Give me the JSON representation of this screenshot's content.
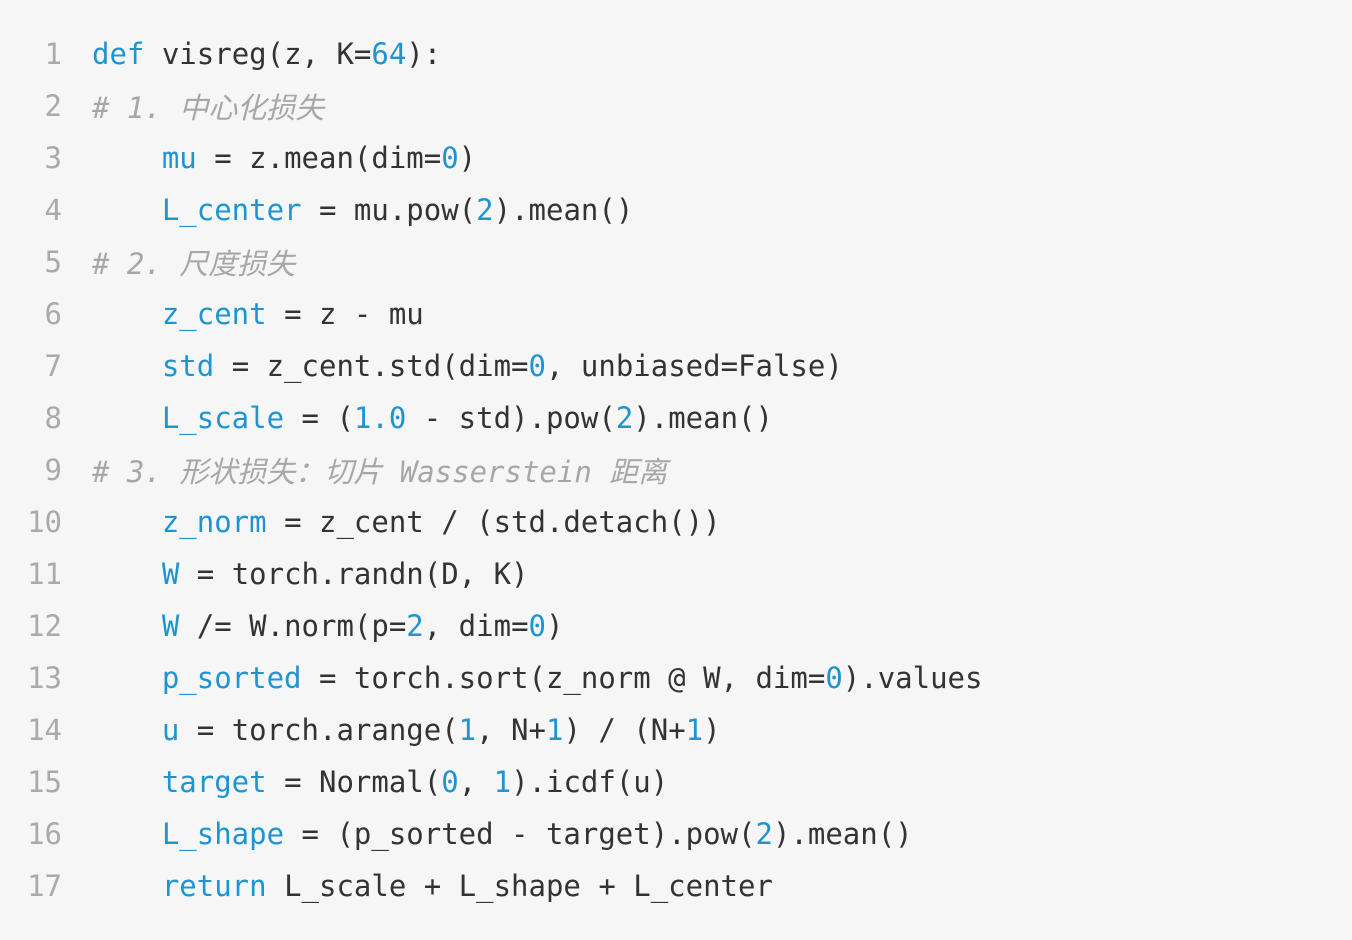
{
  "code": {
    "lines": [
      {
        "number": "1",
        "tokens": [
          {
            "t": "def",
            "k": "kw"
          },
          {
            "t": " visreg(z, K=",
            "k": "text"
          },
          {
            "t": "64",
            "k": "num"
          },
          {
            "t": "):",
            "k": "text"
          }
        ]
      },
      {
        "number": "2",
        "tokens": [
          {
            "t": "# 1. 中心化损失",
            "k": "comment"
          }
        ]
      },
      {
        "number": "3",
        "tokens": [
          {
            "t": "    ",
            "k": "ws"
          },
          {
            "t": "mu",
            "k": "var"
          },
          {
            "t": " = z.mean(dim=",
            "k": "text"
          },
          {
            "t": "0",
            "k": "num"
          },
          {
            "t": ")",
            "k": "text"
          }
        ]
      },
      {
        "number": "4",
        "tokens": [
          {
            "t": "    ",
            "k": "ws"
          },
          {
            "t": "L_center",
            "k": "var"
          },
          {
            "t": " = mu.pow(",
            "k": "text"
          },
          {
            "t": "2",
            "k": "num"
          },
          {
            "t": ").mean()",
            "k": "text"
          }
        ]
      },
      {
        "number": "5",
        "tokens": [
          {
            "t": "# 2. 尺度损失",
            "k": "comment"
          }
        ]
      },
      {
        "number": "6",
        "tokens": [
          {
            "t": "    ",
            "k": "ws"
          },
          {
            "t": "z_cent",
            "k": "var"
          },
          {
            "t": " = z - mu",
            "k": "text"
          }
        ]
      },
      {
        "number": "7",
        "tokens": [
          {
            "t": "    ",
            "k": "ws"
          },
          {
            "t": "std",
            "k": "var"
          },
          {
            "t": " = z_cent.std(dim=",
            "k": "text"
          },
          {
            "t": "0",
            "k": "num"
          },
          {
            "t": ", unbiased=False)",
            "k": "text"
          }
        ]
      },
      {
        "number": "8",
        "tokens": [
          {
            "t": "    ",
            "k": "ws"
          },
          {
            "t": "L_scale",
            "k": "var"
          },
          {
            "t": " = (",
            "k": "text"
          },
          {
            "t": "1.0",
            "k": "num"
          },
          {
            "t": " - std).pow(",
            "k": "text"
          },
          {
            "t": "2",
            "k": "num"
          },
          {
            "t": ").mean()",
            "k": "text"
          }
        ]
      },
      {
        "number": "9",
        "tokens": [
          {
            "t": "# 3. 形状损失：切片 Wasserstein 距离",
            "k": "comment"
          }
        ]
      },
      {
        "number": "10",
        "tokens": [
          {
            "t": "    ",
            "k": "ws"
          },
          {
            "t": "z_norm",
            "k": "var"
          },
          {
            "t": " = z_cent / (std.detach())",
            "k": "text"
          }
        ]
      },
      {
        "number": "11",
        "tokens": [
          {
            "t": "    ",
            "k": "ws"
          },
          {
            "t": "W",
            "k": "var"
          },
          {
            "t": " = torch.randn(D, K)",
            "k": "text"
          }
        ]
      },
      {
        "number": "12",
        "tokens": [
          {
            "t": "    ",
            "k": "ws"
          },
          {
            "t": "W",
            "k": "var"
          },
          {
            "t": " /= W.norm(p=",
            "k": "text"
          },
          {
            "t": "2",
            "k": "num"
          },
          {
            "t": ", dim=",
            "k": "text"
          },
          {
            "t": "0",
            "k": "num"
          },
          {
            "t": ")",
            "k": "text"
          }
        ]
      },
      {
        "number": "13",
        "tokens": [
          {
            "t": "    ",
            "k": "ws"
          },
          {
            "t": "p_sorted",
            "k": "var"
          },
          {
            "t": " = torch.sort(z_norm @ W, dim=",
            "k": "text"
          },
          {
            "t": "0",
            "k": "num"
          },
          {
            "t": ").values",
            "k": "text"
          }
        ]
      },
      {
        "number": "14",
        "tokens": [
          {
            "t": "    ",
            "k": "ws"
          },
          {
            "t": "u",
            "k": "var"
          },
          {
            "t": " = torch.arange(",
            "k": "text"
          },
          {
            "t": "1",
            "k": "num"
          },
          {
            "t": ", N+",
            "k": "text"
          },
          {
            "t": "1",
            "k": "num"
          },
          {
            "t": ") / (N+",
            "k": "text"
          },
          {
            "t": "1",
            "k": "num"
          },
          {
            "t": ")",
            "k": "text"
          }
        ]
      },
      {
        "number": "15",
        "tokens": [
          {
            "t": "    ",
            "k": "ws"
          },
          {
            "t": "target",
            "k": "var"
          },
          {
            "t": " = Normal(",
            "k": "text"
          },
          {
            "t": "0",
            "k": "num"
          },
          {
            "t": ", ",
            "k": "text"
          },
          {
            "t": "1",
            "k": "num"
          },
          {
            "t": ").icdf(u)",
            "k": "text"
          }
        ]
      },
      {
        "number": "16",
        "tokens": [
          {
            "t": "    ",
            "k": "ws"
          },
          {
            "t": "L_shape",
            "k": "var"
          },
          {
            "t": " = (p_sorted - target).pow(",
            "k": "text"
          },
          {
            "t": "2",
            "k": "num"
          },
          {
            "t": ").mean()",
            "k": "text"
          }
        ]
      },
      {
        "number": "17",
        "tokens": [
          {
            "t": "    ",
            "k": "ws"
          },
          {
            "t": "return",
            "k": "kw"
          },
          {
            "t": " L_scale + L_shape + L_center",
            "k": "text"
          }
        ]
      }
    ]
  }
}
